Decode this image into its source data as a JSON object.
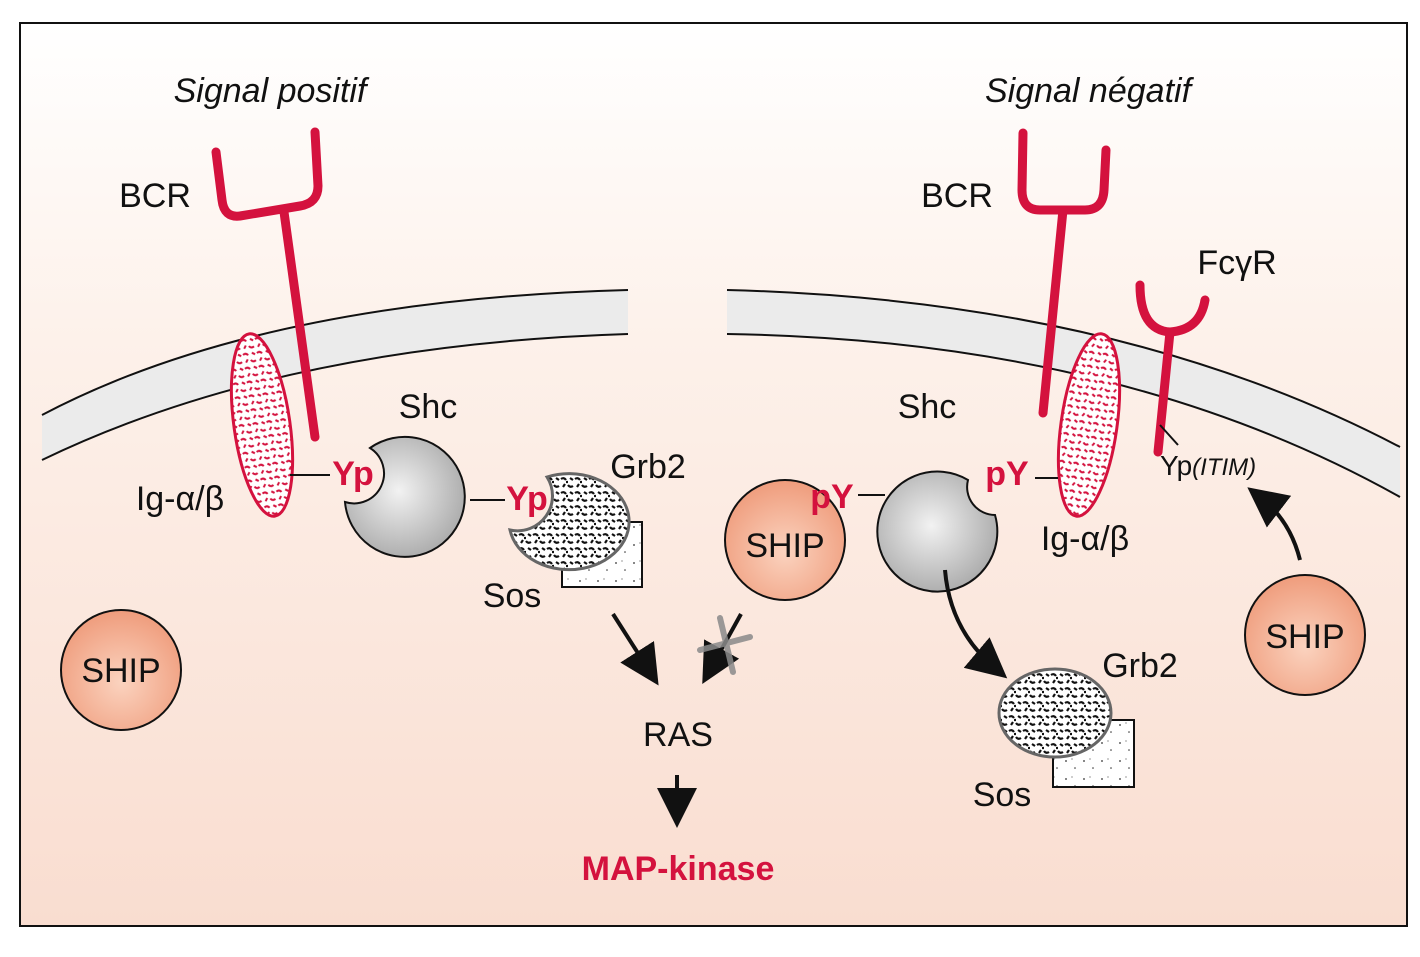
{
  "diagram": {
    "title_left": "Signal positif",
    "title_right": "Signal négatif",
    "left": {
      "bcr": "BCR",
      "ig": "Ig-α/β",
      "shc": "Shc",
      "yp1": "Yp",
      "yp2": "Yp",
      "grb2": "Grb2",
      "sos": "Sos",
      "ship": "SHIP",
      "ras": "RAS",
      "map": "MAP-kinase"
    },
    "right": {
      "bcr": "BCR",
      "fcgr": "FcγR",
      "shc": "Shc",
      "py1": "pY",
      "py2": "pY",
      "ig": "Ig-α/β",
      "yp": "Yp",
      "itim": "(ITIM)",
      "ship_bound": "SHIP",
      "ship_free": "SHIP",
      "grb2": "Grb2",
      "sos": "Sos"
    },
    "colors": {
      "receptor": "#d4123e",
      "ship_fill": "#f2a98c",
      "cytoplasm": "#fbe6dc",
      "membrane": "#ebebeb",
      "shc_fill": "#c8c8c8"
    }
  }
}
